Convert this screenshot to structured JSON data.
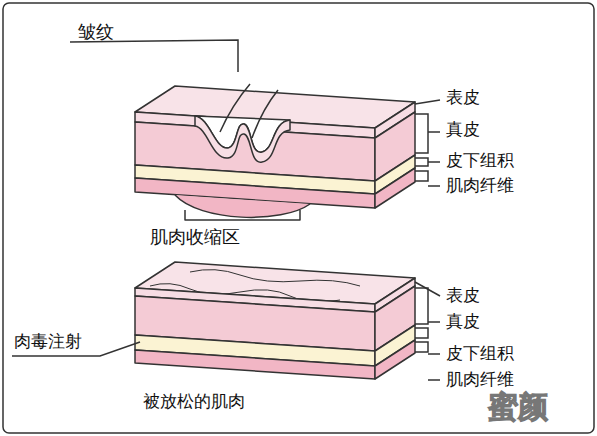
{
  "diagram": {
    "labels": [
      "皱纹",
      "表皮",
      "真皮",
      "皮下组积",
      "肌肉纤维",
      "肌肉收缩区",
      "表皮",
      "真皮",
      "皮下组积",
      "肌肉纤维",
      "肉毒注射",
      "被放松的肌肉",
      "蜜颜"
    ]
  }
}
